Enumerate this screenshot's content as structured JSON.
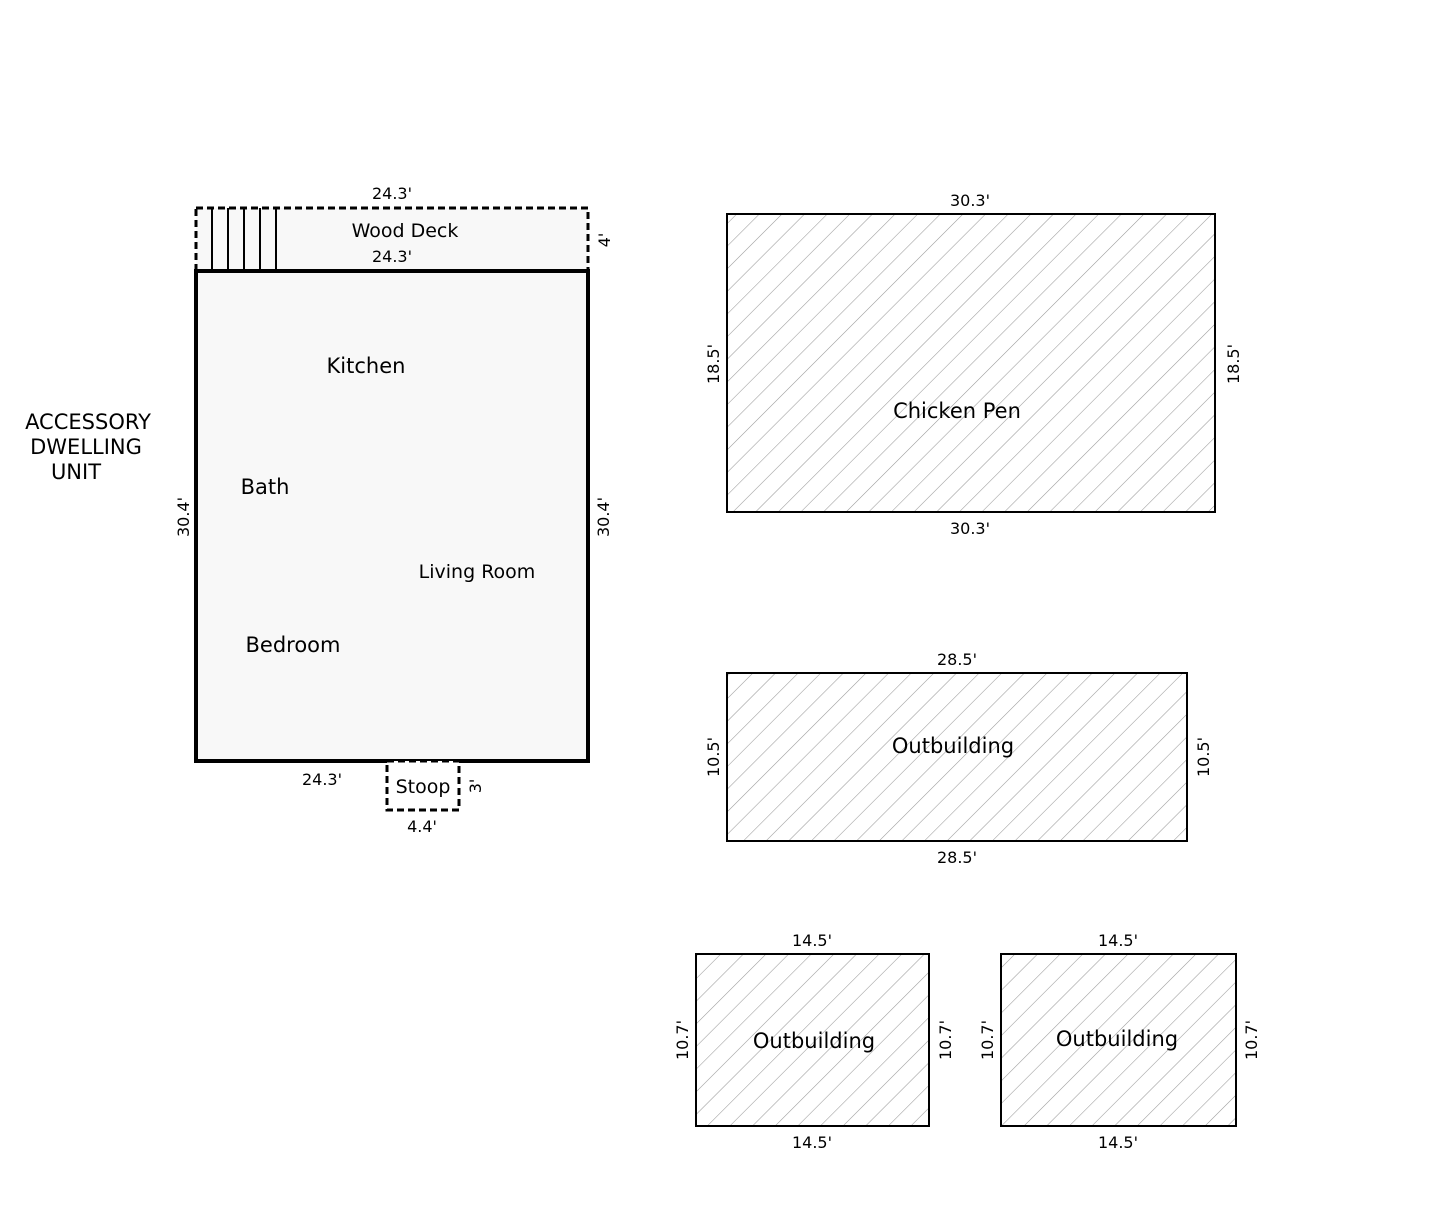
{
  "adu": {
    "title_lines": [
      "ACCESSORY",
      "DWELLING",
      "UNIT"
    ],
    "rooms": {
      "kitchen": "Kitchen",
      "bath": "Bath",
      "living_room": "Living Room",
      "bedroom": "Bedroom"
    },
    "dims": {
      "top": "24.3'",
      "bottom": "24.3'",
      "left": "30.4'",
      "right": "30.4'"
    },
    "deck": {
      "label": "Wood Deck",
      "top": "24.3'",
      "bottom": "24.3'",
      "side": "4'"
    },
    "stoop": {
      "label": "Stoop",
      "width": "4.4'",
      "depth": "3'"
    }
  },
  "chicken_pen": {
    "label": "Chicken Pen",
    "top": "30.3'",
    "bottom": "30.3'",
    "left": "18.5'",
    "right": "18.5'"
  },
  "outbuilding_large": {
    "label": "Outbuilding",
    "top": "28.5'",
    "bottom": "28.5'",
    "left": "10.5'",
    "right": "10.5'"
  },
  "outbuilding_small_1": {
    "label": "Outbuilding",
    "top": "14.5'",
    "bottom": "14.5'",
    "left": "10.7'",
    "right": "10.7'"
  },
  "outbuilding_small_2": {
    "label": "Outbuilding",
    "top": "14.5'",
    "bottom": "14.5'",
    "left": "10.7'",
    "right": "10.7'"
  },
  "colors": {
    "line": "#000000",
    "adu_fill": "#f8f8f8",
    "hatch": "#9a9a9a"
  }
}
